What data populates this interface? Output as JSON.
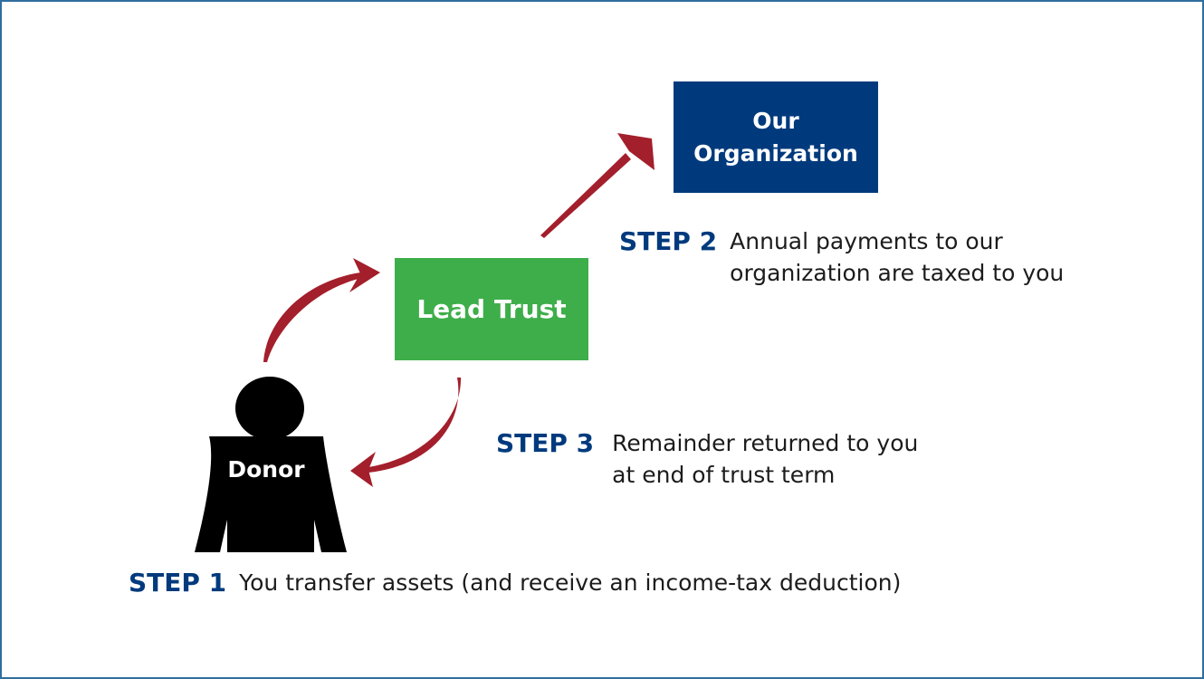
{
  "colors": {
    "border": "#2f6f9f",
    "organization_box": "#003a7d",
    "lead_trust_box": "#3eae4a",
    "arrow": "#a31f2b",
    "step_label": "#003a7d",
    "donor": "#000000"
  },
  "nodes": {
    "organization": {
      "line1": "Our",
      "line2": "Organization"
    },
    "lead_trust": "Lead Trust",
    "donor": "Donor"
  },
  "steps": {
    "step1": {
      "label": "STEP 1",
      "text": "You transfer assets (and receive an income-tax deduction)"
    },
    "step2": {
      "label": "STEP 2",
      "line1": "Annual payments to our",
      "line2": "organization are taxed to you"
    },
    "step3": {
      "label": "STEP 3",
      "line1": "Remainder returned to you",
      "line2": "at end of trust term"
    }
  },
  "icons": {
    "donor": "person-silhouette-icon",
    "arrow": "curved-arrow-icon"
  }
}
